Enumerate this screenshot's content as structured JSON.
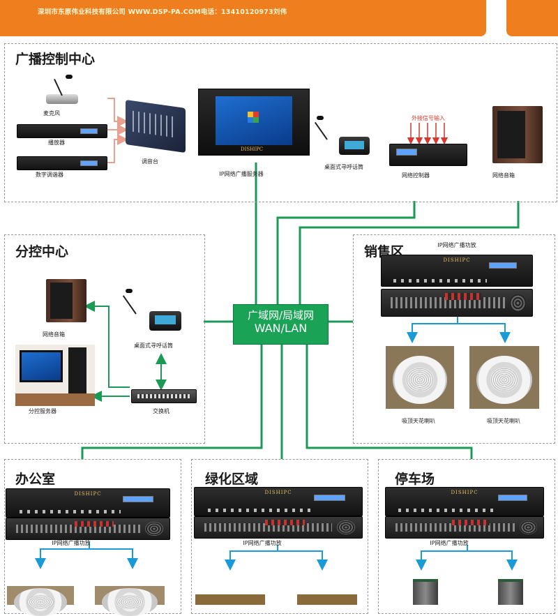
{
  "banner": {
    "text": "深圳市东原伟业科技有限公司 WWW.DSP-PA.COM电话：13410120973刘伟"
  },
  "zones": {
    "control_center": {
      "title": "广播控制中心",
      "devices": [
        "麦克风",
        "播放器",
        "数字调谐器",
        "调音台",
        "IP网络广播服务器",
        "桌面式寻呼话筒",
        "网络控制器",
        "网络音箱"
      ],
      "signal_input": "外接信号输入",
      "brand": "DISHIPC"
    },
    "sub_control": {
      "title": "分控中心",
      "devices": [
        "网络音箱",
        "桌面式寻呼话筒",
        "分控服务器",
        "交换机"
      ]
    },
    "network": {
      "line1": "广域网/局域网",
      "line2": "WAN/LAN"
    },
    "sales": {
      "title": "销售区",
      "amp_label": "IP网络广播功放",
      "speaker_labels": [
        "吸顶天花喇叭",
        "吸顶天花喇叭"
      ],
      "brand": "DISHIPC"
    },
    "office": {
      "title": "办公室",
      "amp_label": "IP网络广播功放",
      "brand": "DISHIPC"
    },
    "greenbelt": {
      "title": "绿化区域",
      "amp_label": "IP网络广播功放",
      "brand": "DISHIPC"
    },
    "parking": {
      "title": "停车场",
      "amp_label": "IP网络广播功放",
      "brand": "DISHIPC"
    }
  },
  "colors": {
    "banner": "#ee7e1e",
    "network": "#1aa356",
    "line": "#1a9a55",
    "arrow": "#1a9ad6",
    "pink_arrow": "#e8a090"
  }
}
